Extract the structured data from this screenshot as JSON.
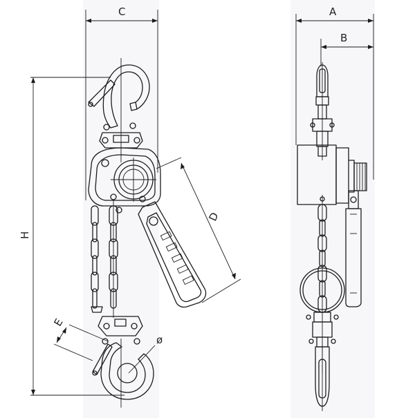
{
  "diagram": {
    "labels": {
      "A": "A",
      "B": "B",
      "C": "C",
      "D": "D",
      "E": "E",
      "H": "H",
      "phi": "ø"
    },
    "colors": {
      "line": "#1b1b1b",
      "background": "#ffffff",
      "shade": "#f4f4f6"
    }
  }
}
